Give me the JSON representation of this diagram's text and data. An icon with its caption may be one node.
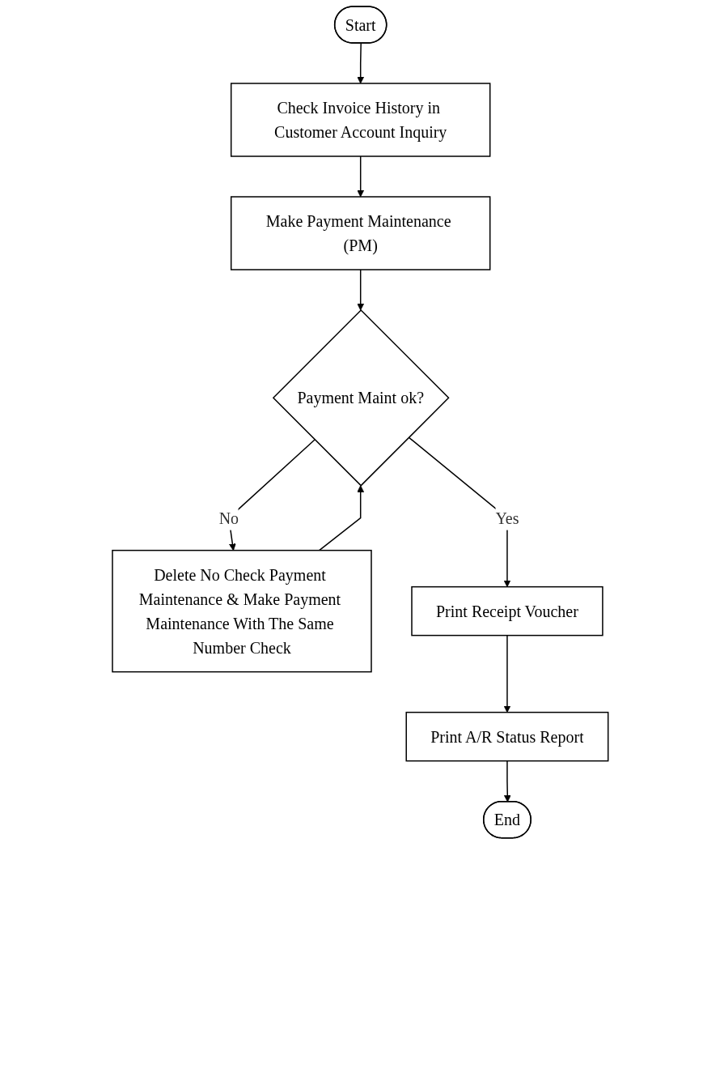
{
  "diagram": {
    "nodes": [
      {
        "text": [
          "Start"
        ]
      },
      {
        "text": [
          "Check Invoice History in Customer Account Inquiry"
        ]
      },
      {
        "text": [
          "Make Payment Maintenance (PM)"
        ]
      },
      {
        "text": [
          "Payment Maint ok?"
        ]
      },
      {
        "text": [
          "Delete No Check Payment Maintenance & Make Payment Maintenance With The Same Number Check"
        ]
      },
      {
        "text": [
          "Print Receipt Voucher"
        ]
      },
      {
        "text": [
          "Print A/R Status Report"
        ]
      },
      {
        "text": [
          "End"
        ]
      }
    ],
    "edges": [
      {
        "from": 0,
        "to": 1,
        "arrow": "to"
      },
      {
        "from": 1,
        "to": 2,
        "arrow": "to"
      },
      {
        "from": 2,
        "to": 3,
        "arrow": "to"
      },
      {
        "from": 3,
        "to": 4,
        "label": "No",
        "arrow": "to"
      },
      {
        "from": 4,
        "to": 3,
        "arrow": "to"
      },
      {
        "from": 3,
        "to": 5,
        "label": "Yes",
        "arrow": "to"
      },
      {
        "from": 5,
        "to": 6,
        "arrow": "to"
      },
      {
        "from": 6,
        "to": 7,
        "arrow": "to"
      }
    ]
  }
}
